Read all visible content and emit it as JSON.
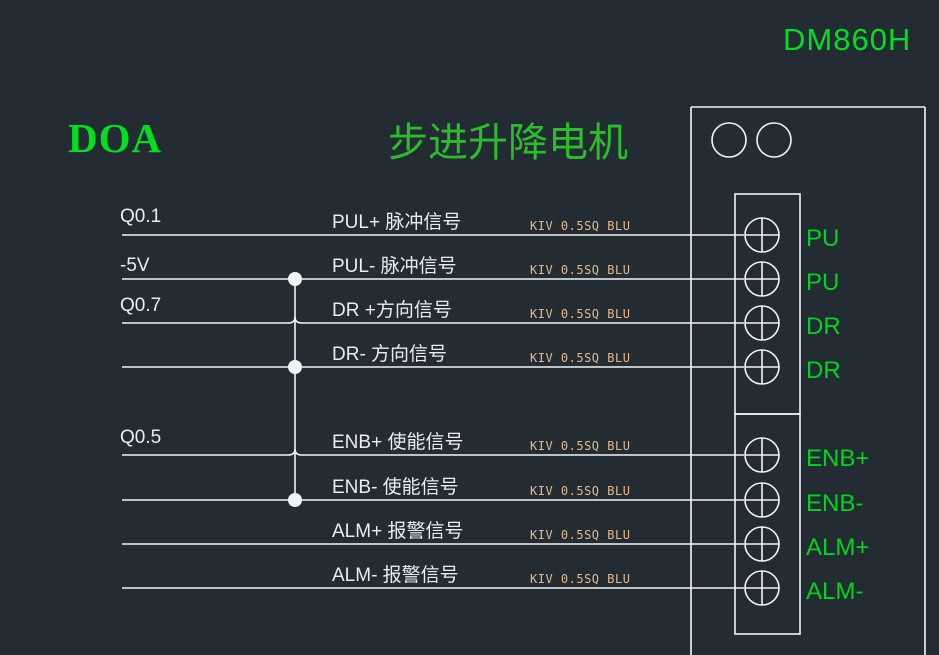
{
  "titles": {
    "left": "DOA",
    "center": "步进升降电机",
    "right": "DM860H"
  },
  "colors": {
    "background": "#232b33",
    "wire": "#f2f5f8",
    "green": "#00e021",
    "green_cn": "#2bbd2b",
    "terminal_green": "#00d41e",
    "wire_spec": "#e8b88a",
    "text": "#e9edf1"
  },
  "wire_spec_text": "KIV 0.5SQ BLU",
  "rows": [
    {
      "source": "Q0.1",
      "signal": "PUL+ 脉冲信号",
      "spec": "KIV 0.5SQ BLU",
      "terminal": "PU"
    },
    {
      "source": "-5V",
      "signal": "PUL- 脉冲信号",
      "spec": "KIV 0.5SQ BLU",
      "terminal": "PU"
    },
    {
      "source": "Q0.7",
      "signal": "DR +方向信号",
      "spec": "KIV 0.5SQ BLU",
      "terminal": "DR"
    },
    {
      "source": "",
      "signal": "DR- 方向信号",
      "spec": "KIV 0.5SQ BLU",
      "terminal": "DR"
    },
    {
      "source": "Q0.5",
      "signal": "ENB+ 使能信号",
      "spec": "KIV 0.5SQ BLU",
      "terminal": "ENB+"
    },
    {
      "source": "",
      "signal": "ENB- 使能信号",
      "spec": "KIV 0.5SQ BLU",
      "terminal": "ENB-"
    },
    {
      "source": "",
      "signal": "ALM+ 报警信号",
      "spec": "KIV 0.5SQ BLU",
      "terminal": "ALM+"
    },
    {
      "source": "",
      "signal": "ALM- 报警信号",
      "spec": "KIV 0.5SQ BLU",
      "terminal": "ALM-"
    }
  ]
}
